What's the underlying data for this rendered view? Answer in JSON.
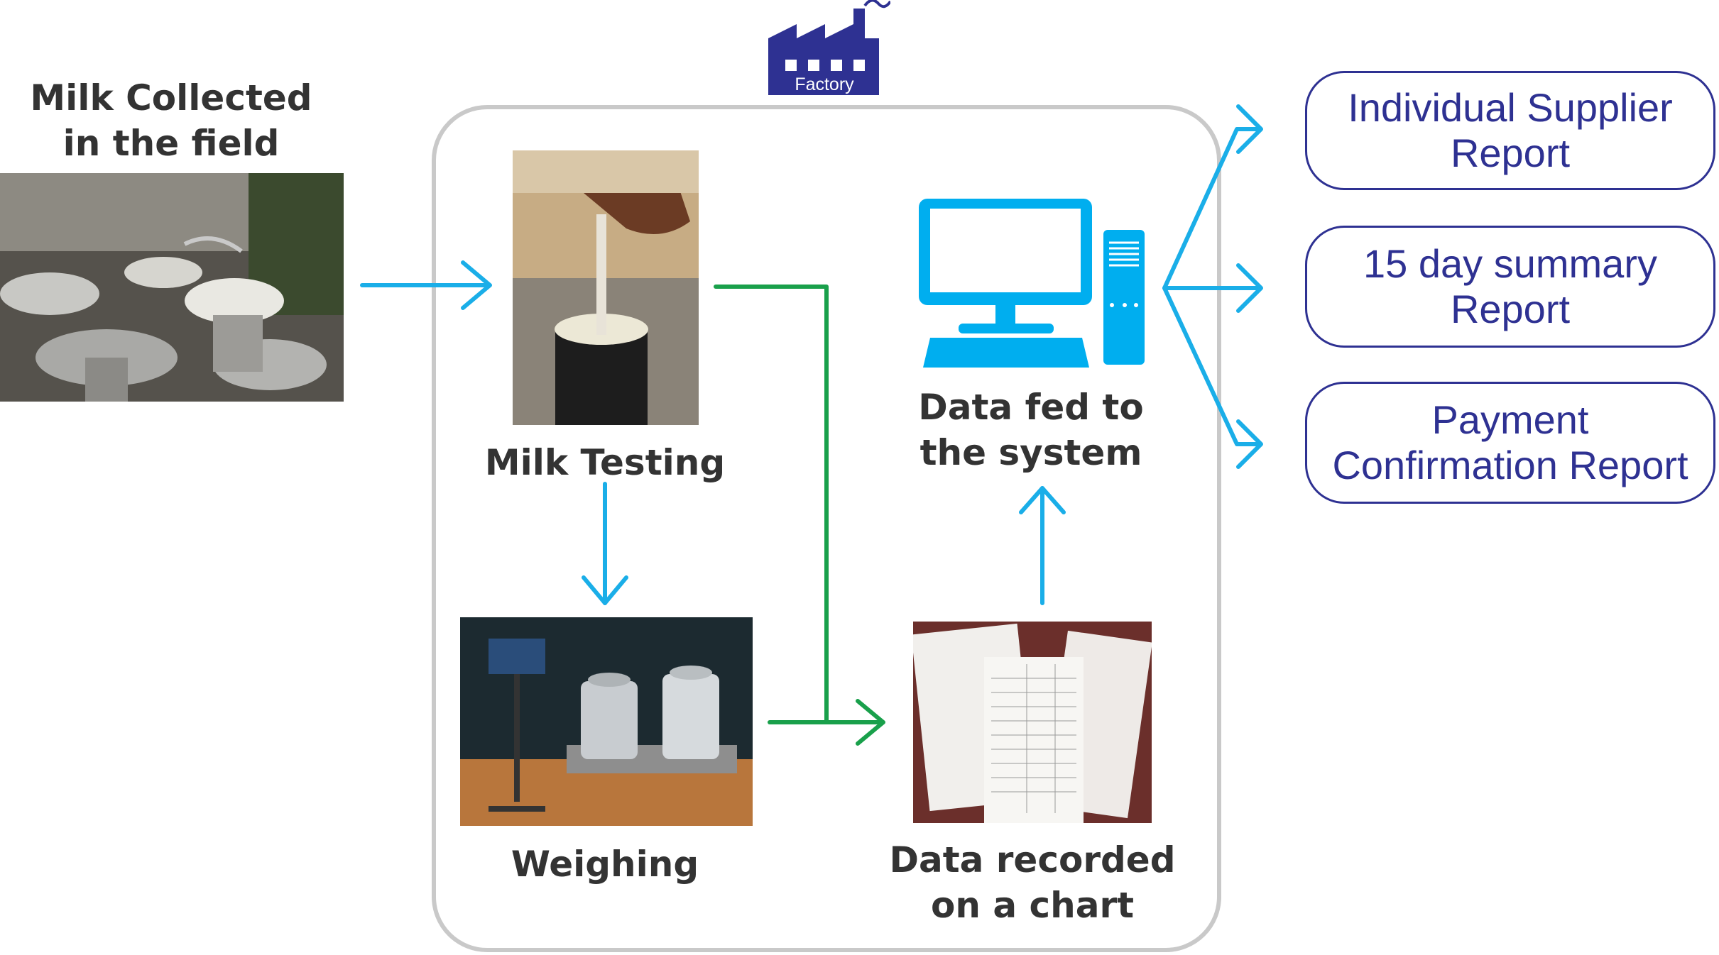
{
  "colors": {
    "arrow_blue": "#1aaee8",
    "arrow_green": "#19a04b",
    "report_navy": "#2e3192",
    "factory_navy": "#2e3192",
    "computer_blue": "#00aeef",
    "frame_gray": "#c9c9c9",
    "label_text": "#333333"
  },
  "factory": {
    "label": "Factory",
    "icon": "factory-icon"
  },
  "steps": {
    "milk_collected": {
      "line1": "Milk Collected",
      "line2": "in the field",
      "icon": "milk-cans-photo"
    },
    "milk_testing": {
      "label": "Milk Testing",
      "icon": "milk-testing-photo"
    },
    "weighing": {
      "label": "Weighing",
      "icon": "weighing-scale-photo"
    },
    "data_recorded": {
      "line1": "Data recorded",
      "line2": "on a chart",
      "icon": "paper-charts-photo"
    },
    "data_fed": {
      "line1": "Data fed to",
      "line2": "the system",
      "icon": "computer-icon"
    }
  },
  "reports": [
    {
      "line1": "Individual Supplier",
      "line2": "Report"
    },
    {
      "line1": "15 day summary",
      "line2": "Report"
    },
    {
      "line1": "Payment",
      "line2": "Confirmation Report"
    }
  ]
}
